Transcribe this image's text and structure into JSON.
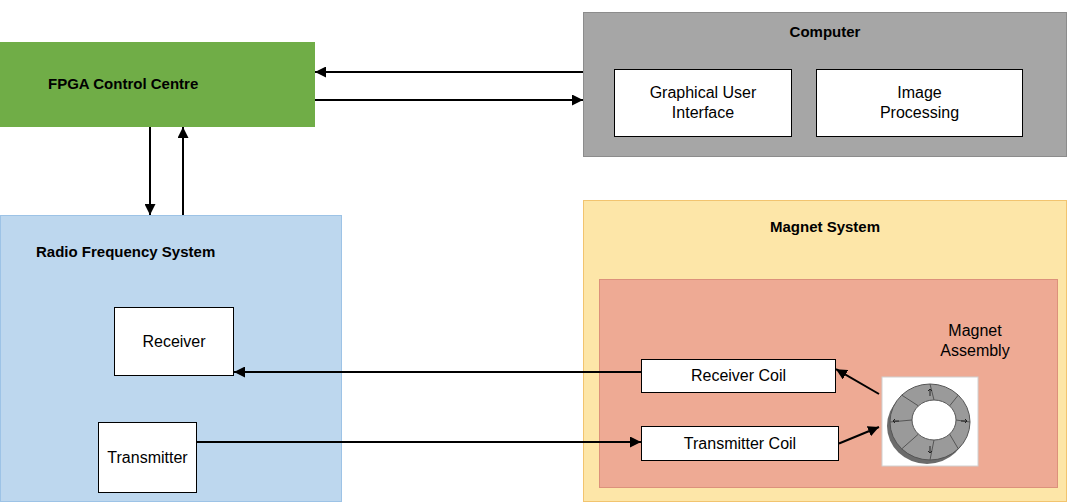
{
  "diagram": {
    "nodes": [
      {
        "text": [
          "FPGA Control Centre"
        ]
      },
      {
        "text": [
          "Computer"
        ]
      },
      {
        "text": [
          "Graphical User Interface"
        ],
        "in": 1
      },
      {
        "text": [
          "Image Processing"
        ],
        "in": 1
      },
      {
        "text": [
          "Radio Frequency System"
        ]
      },
      {
        "text": [
          "Receiver"
        ],
        "in": 4
      },
      {
        "text": [
          "Transmitter"
        ],
        "in": 4
      },
      {
        "text": [
          "Magnet System"
        ]
      },
      {
        "text": [
          "Receiver Coil"
        ],
        "in": 7
      },
      {
        "text": [
          "Transmitter Coil"
        ],
        "in": 7
      },
      {
        "text": [
          "Magnet Assembly"
        ],
        "in": 7
      }
    ],
    "edges": [
      {
        "from": 1,
        "to": 0,
        "arrow": "to"
      },
      {
        "from": 0,
        "to": 1,
        "arrow": "to"
      },
      {
        "from": 0,
        "to": 4,
        "arrow": "to"
      },
      {
        "from": 4,
        "to": 0,
        "arrow": "to"
      },
      {
        "from": 8,
        "to": 5,
        "arrow": "to"
      },
      {
        "from": 6,
        "to": 9,
        "arrow": "to"
      },
      {
        "from": 9,
        "to": 10,
        "arrow": "to"
      },
      {
        "from": 10,
        "to": 8,
        "arrow": "to"
      }
    ]
  }
}
